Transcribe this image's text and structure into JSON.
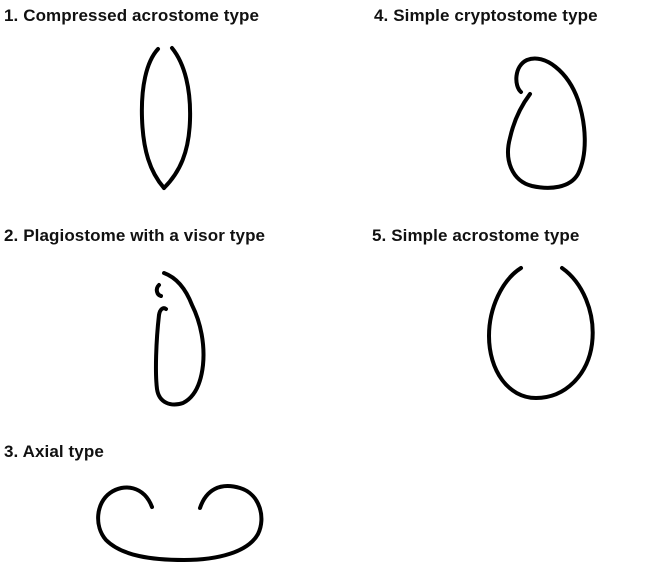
{
  "diagram": {
    "items": [
      {
        "number": "1.",
        "label": "1. Compressed acrostome type",
        "icon": "compressed-acrostome-outline"
      },
      {
        "number": "2.",
        "label": "2. Plagiostome with a visor type",
        "icon": "plagiostome-visor-outline"
      },
      {
        "number": "3.",
        "label": "3. Axial type",
        "icon": "axial-outline"
      },
      {
        "number": "4.",
        "label": "4. Simple cryptostome type",
        "icon": "simple-cryptostome-outline"
      },
      {
        "number": "5.",
        "label": "5. Simple acrostome type",
        "icon": "simple-acrostome-outline"
      }
    ],
    "stroke_color": "#000000"
  }
}
